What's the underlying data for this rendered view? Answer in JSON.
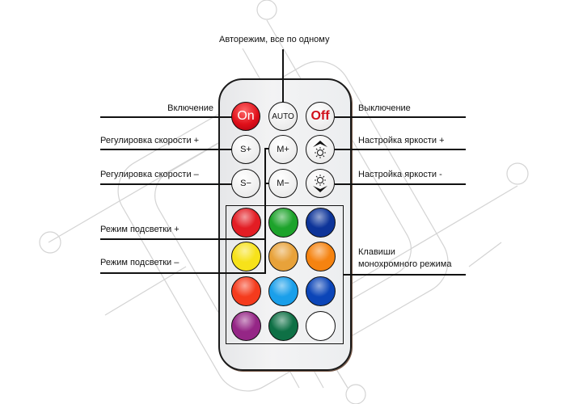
{
  "title": "Пульт дистанционного управления",
  "labels": {
    "auto_mode": "Авторежим, все по одному",
    "power_on": "Включение",
    "power_off": "Выключение",
    "speed_up": "Регулировка скорости +",
    "speed_down": "Регулировка скорости –",
    "brightness_up": "Настройка яркости +",
    "brightness_down": "Настройка яркости -",
    "mode_up": "Режим подсветки +",
    "mode_down": "Режим подсветки –",
    "mono_keys_line1": "Клавиши",
    "mono_keys_line2": "монохромного режима"
  },
  "buttons": {
    "on": "On",
    "auto": "AUTO",
    "off": "Off",
    "speed_plus": "S+",
    "mode_plus": "M+",
    "brightness_plus_icon": "sun-up-icon",
    "speed_minus": "S−",
    "mode_minus": "M−",
    "brightness_minus_icon": "sun-down-icon"
  },
  "colors": {
    "accent_red": "#e0101a",
    "color_keys": [
      [
        "#e31d24",
        "#1da32b",
        "#0d3499"
      ],
      [
        "#f7e21a",
        "#e8a23a",
        "#f58310"
      ],
      [
        "#f53b1d",
        "#1a9fea",
        "#0b45b8"
      ],
      [
        "#952686",
        "#0e7045",
        "#ffffff"
      ]
    ]
  }
}
